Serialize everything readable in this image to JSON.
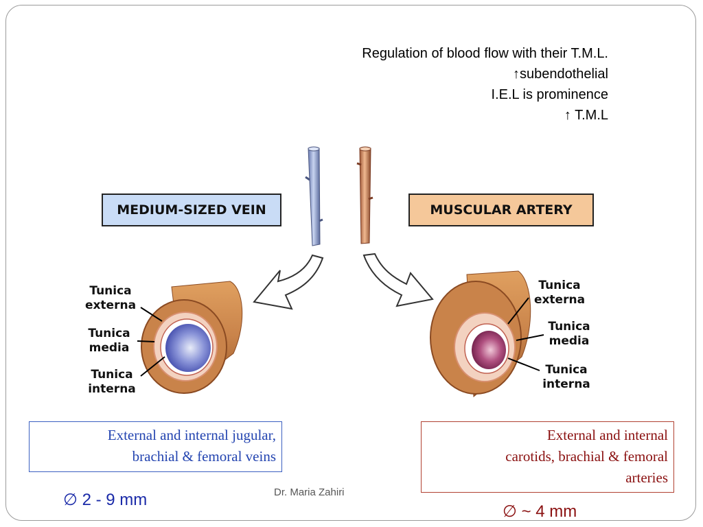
{
  "notes": {
    "lines": [
      "Regulation of blood flow with their T.M.L.",
      "↑subendothelial",
      "I.E.L is prominence",
      "↑ T.M.L"
    ]
  },
  "diagram": {
    "vein_label": "MEDIUM-SIZED VEIN",
    "artery_label": "MUSCULAR ARTERY",
    "vein_layers": {
      "externa": [
        "Tunica",
        "externa"
      ],
      "media": [
        "Tunica",
        "media"
      ],
      "interna": [
        "Tunica",
        "interna"
      ]
    },
    "artery_layers": {
      "externa": [
        "Tunica",
        "externa"
      ],
      "media": [
        "Tunica",
        "media"
      ],
      "interna": [
        "Tunica",
        "interna"
      ]
    },
    "colors": {
      "vein_box": "#c9dcf6",
      "artery_box": "#f5c89a",
      "vessel_wall": "#c9834a",
      "vein_lumen": "#5a64c8",
      "artery_lumen": "#a03a6e"
    }
  },
  "examples": {
    "vein_lines": [
      "External and internal jugular,",
      "brachial &  femoral veins"
    ],
    "artery_lines": [
      "External and internal",
      "carotids, brachial &  femoral",
      "arteries"
    ]
  },
  "diameter": {
    "vein": "∅ 2 - 9 mm",
    "artery": "∅ ~ 4 mm"
  },
  "footer": {
    "author": "Dr. Maria Zahiri"
  }
}
